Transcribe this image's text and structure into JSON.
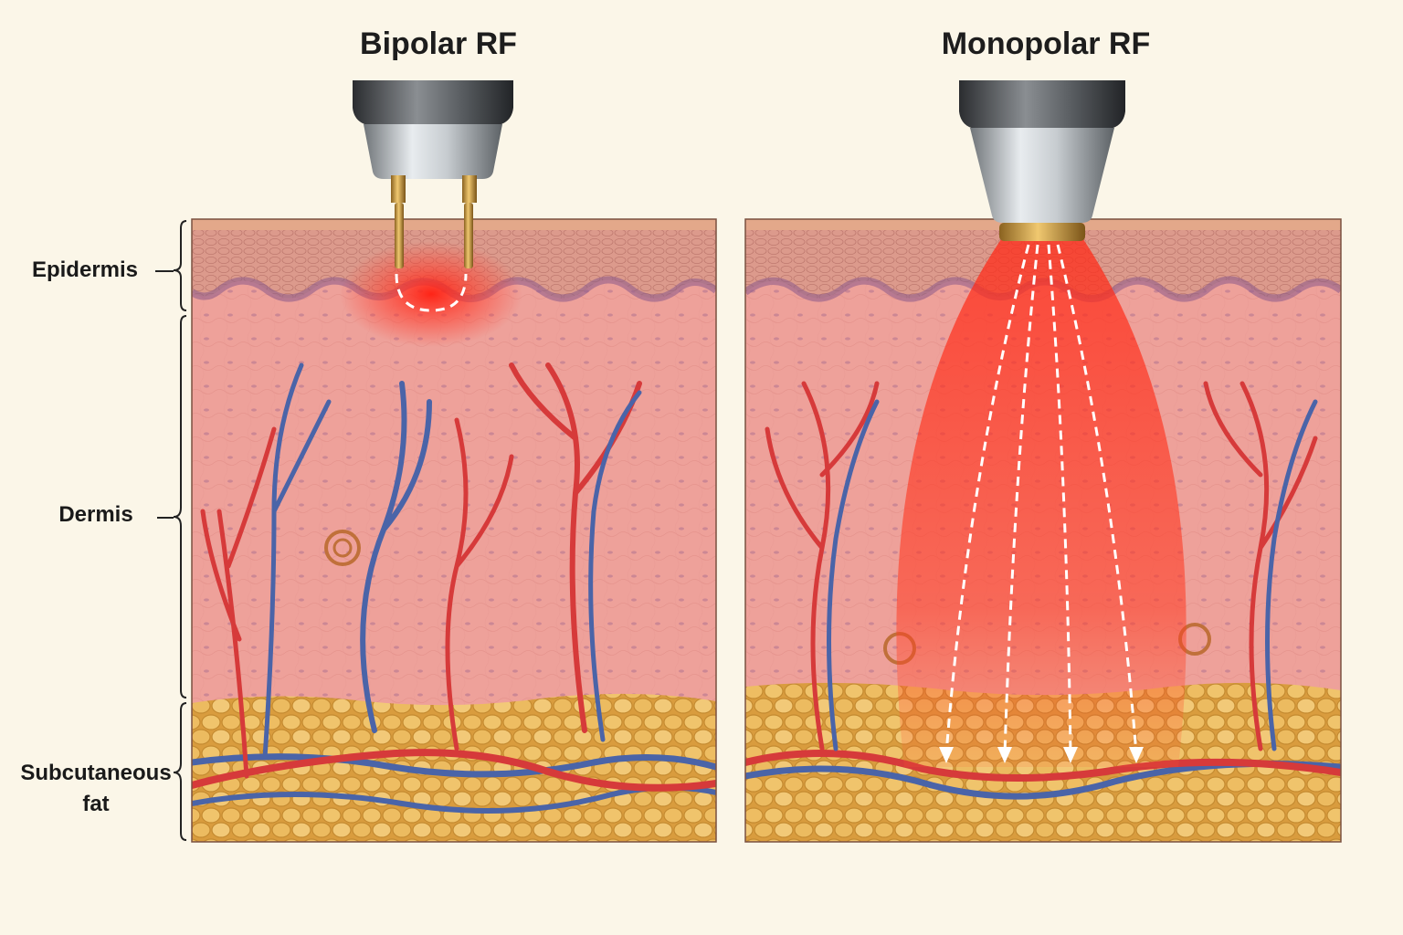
{
  "titles": {
    "left": "Bipolar RF",
    "right": "Monopolar RF"
  },
  "layers": {
    "epidermis": "Epidermis",
    "dermis": "Dermis",
    "fat_line1": "Subcutaneous",
    "fat_line2": "fat"
  },
  "colors": {
    "background": "#fbf6e8",
    "dermis": "#eea19a",
    "epidermis": "#d98d80",
    "fat": "#e8b85c",
    "artery": "#d63a3a",
    "vein": "#4a64a8",
    "heat": "#ff2a1a"
  }
}
